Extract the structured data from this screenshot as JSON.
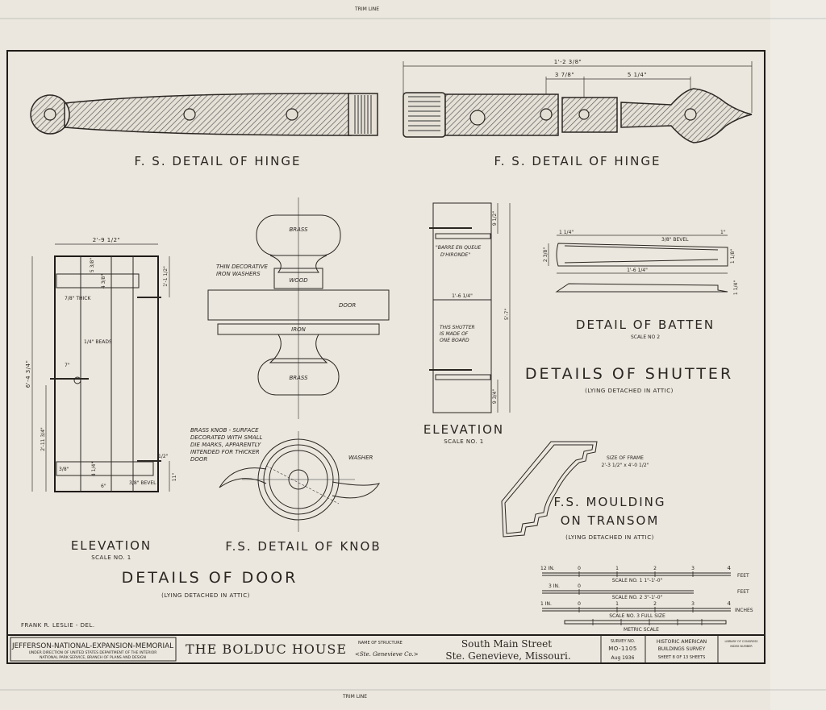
{
  "sheet": {
    "trim_line_top": "TRIM LINE",
    "trim_line_bottom": "TRIM LINE",
    "delineator": "FRANK R. LESLIE - DEL."
  },
  "hinge_left": {
    "title": "F. S. DETAIL OF HINGE"
  },
  "hinge_right": {
    "title": "F. S. DETAIL OF HINGE",
    "dim_overall": "1'-2 3/8\"",
    "dim_a": "3 7/8\"",
    "dim_b": "5 1/4\""
  },
  "door_elevation": {
    "dim_width": "2'-9 1/2\"",
    "dim_height": "6'-4 3/4\"",
    "dim_top_gap": "5 3/8\"",
    "dim_batten_top": "4 3/8\"",
    "dim_hinge_top": "1'-1 1/2\"",
    "note_thick": "7/8\" THICK",
    "note_beads": "1/4\" BEADS",
    "dim_latch": "7\"",
    "dim_latch_height": "2'-11 3/4\"",
    "dim_batten_left": "3/8\"",
    "dim_batten_bottom": "4 1/4\"",
    "dim_bottom_gap": "6\"",
    "dim_half": "1/2\"",
    "note_bevel": "3/8\" BEVEL",
    "dim_hinge_bottom": "11\"",
    "title": "ELEVATION",
    "scale": "SCALE NO. 1"
  },
  "door_details": {
    "title": "DETAILS OF DOOR",
    "subtitle": "(LYING DETACHED IN ATTIC)"
  },
  "knob_section": {
    "brass_top": "BRASS",
    "wood": "WOOD",
    "washers_note_1": "THIN DECORATIVE",
    "washers_note_2": "IRON WASHERS",
    "door": "DOOR",
    "iron": "IRON",
    "brass_bottom": "BRASS"
  },
  "knob_detail": {
    "note_1": "BRASS KNOB - SURFACE",
    "note_2": "DECORATED WITH SMALL",
    "note_3": "DIE MARKS, APPARENTLY",
    "note_4": "INTENDED FOR THICKER",
    "note_5": "DOOR",
    "washer": "WASHER",
    "title": "F.S. DETAIL OF KNOB"
  },
  "shutter_elevation": {
    "dim_top": "9 1/2\"",
    "note_barre_1": "\"BARRE EN QUEUE",
    "note_barre_2": "D'HIRONDE\"",
    "dim_width": "1'-6 1/4\"",
    "dim_height": "5'-7\"",
    "note_board_1": "THIS SHUTTER",
    "note_board_2": "IS MADE OF",
    "note_board_3": "ONE BOARD",
    "dim_bottom": "9 3/4\"",
    "title": "ELEVATION",
    "scale": "SCALE NO. 1"
  },
  "batten": {
    "dim_left": "1 1/4\"",
    "dim_right": "1\"",
    "note_bevel": "3/8\" BEVEL",
    "dim_height": "2 3/8\"",
    "dim_end": "1 1/8\"",
    "dim_length": "1'-6 1/4\"",
    "dim_thick": "1 1/4\"",
    "title": "DETAIL OF BATTEN",
    "scale": "SCALE NO 2"
  },
  "shutter_details": {
    "title": "DETAILS OF SHUTTER",
    "subtitle": "(LYING DETACHED IN ATTIC)"
  },
  "moulding": {
    "size_label": "SIZE OF FRAME",
    "size_value": "2'-3 1/2\" x 4'-0 1/2\"",
    "title_1": "F.S. MOULDING",
    "title_2": "ON TRANSOM",
    "subtitle": "(LYING DETACHED IN ATTIC)"
  },
  "scales": {
    "s1_left": "12 IN.",
    "s1_ticks": [
      "0",
      "1",
      "2",
      "3",
      "4"
    ],
    "s1_unit": "FEET",
    "s1_label": "SCALE NO. 1  1\"-1'-0\"",
    "s2_left": "3 IN.",
    "s2_zero": "0",
    "s2_unit": "FEET",
    "s2_label": "SCALE NO. 2  3\"-1'-0\"",
    "s3_left": "1 IN.",
    "s3_ticks": [
      "0",
      "1",
      "2",
      "3",
      "4"
    ],
    "s3_unit": "INCHES",
    "s3_label": "SCALE NO. 3  FULL SIZE",
    "metric_label": "METRIC SCALE"
  },
  "title_block": {
    "org": "JEFFERSON-NATIONAL-EXPANSION-MEMORIAL",
    "org_sub_1": "UNDER DIRECTION OF UNITED STATES DEPARTMENT OF THE INTERIOR",
    "org_sub_2": "NATIONAL PARK SERVICE, BRANCH OF PLANS AND DESIGN",
    "structure": "THE BOLDUC HOUSE",
    "name_label": "NAME OF STRUCTURE",
    "county": "<Ste. Genevieve Co.>",
    "street": "South Main Street",
    "city": "Ste. Genevieve, Missouri.",
    "survey_label": "SURVEY NO.",
    "survey_no": "MO-1105",
    "date": "Aug 1936",
    "habs_1": "HISTORIC AMERICAN",
    "habs_2": "BUILDINGS SURVEY",
    "sheet": "SHEET 8 OF 13 SHEETS",
    "loc_1": "LIBRARY OF CONGRESS",
    "loc_2": "INDEX NUMBER"
  }
}
